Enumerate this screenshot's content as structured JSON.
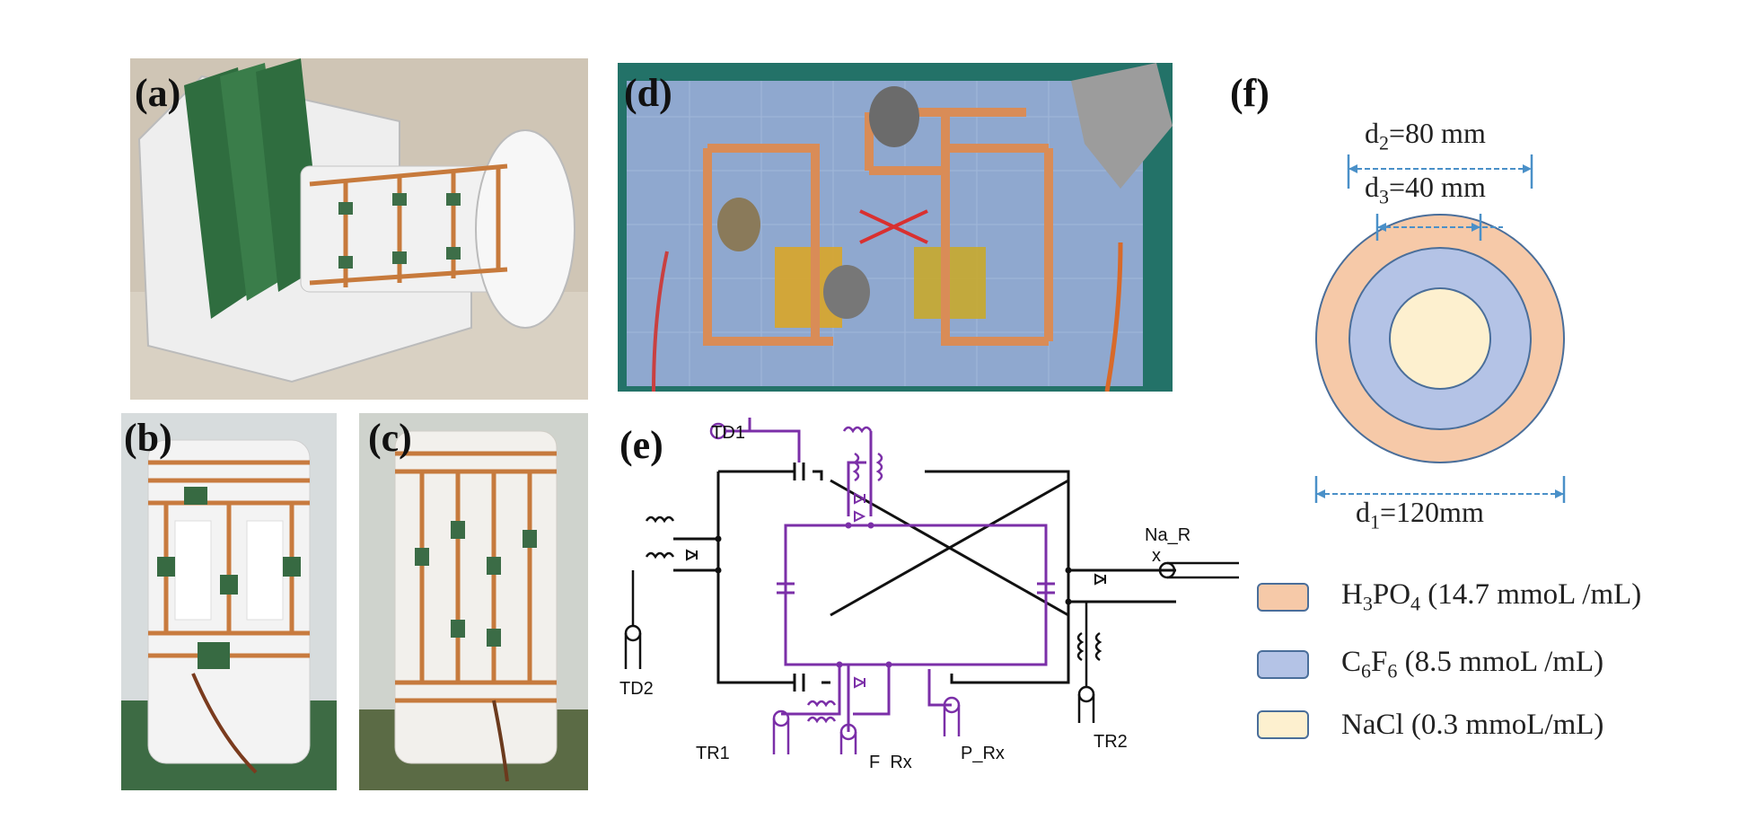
{
  "panels": {
    "a": "(a)",
    "b": "(b)",
    "c": "(c)",
    "d": "(d)",
    "e": "(e)",
    "f": "(f)"
  },
  "circuit": {
    "labels": {
      "td1": "TD1",
      "td2": "TD2",
      "tr1": "TR1",
      "tr2": "TR2",
      "f_rx": "F_Rx",
      "p_rx": "P_Rx",
      "na_r": "Na_R",
      "na_x": "x"
    },
    "colors": {
      "black_wire": "#111111",
      "purple_wire": "#7b2fa8"
    }
  },
  "phantom": {
    "dims": {
      "d2_prefix": "d",
      "d2_sub": "2",
      "d2_value": "=80 mm",
      "d3_prefix": "d",
      "d3_sub": "3",
      "d3_value": "=40 mm",
      "d1_prefix": "d",
      "d1_sub": "1",
      "d1_value": "=120mm"
    },
    "legend": [
      {
        "pre": "H",
        "sub1": "3",
        "mid": "PO",
        "sub2": "4",
        "post": " (14.7 mmoL /mL)",
        "color": "#f6c9a8"
      },
      {
        "pre": "C",
        "sub1": "6",
        "mid": "F",
        "sub2": "6",
        "post": " (8.5 mmoL /mL)",
        "color": "#b4c3e6"
      },
      {
        "pre": "NaCl",
        "sub1": "",
        "mid": "",
        "sub2": "",
        "post": " (0.3 mmoL/mL)",
        "color": "#fdf0cf"
      }
    ],
    "colors": {
      "outer": "#f6c9a8",
      "middle": "#b4c3e6",
      "inner": "#fdf0cf",
      "ring_stroke": "#4a6e9a",
      "dim_line": "#4a90c8"
    }
  }
}
